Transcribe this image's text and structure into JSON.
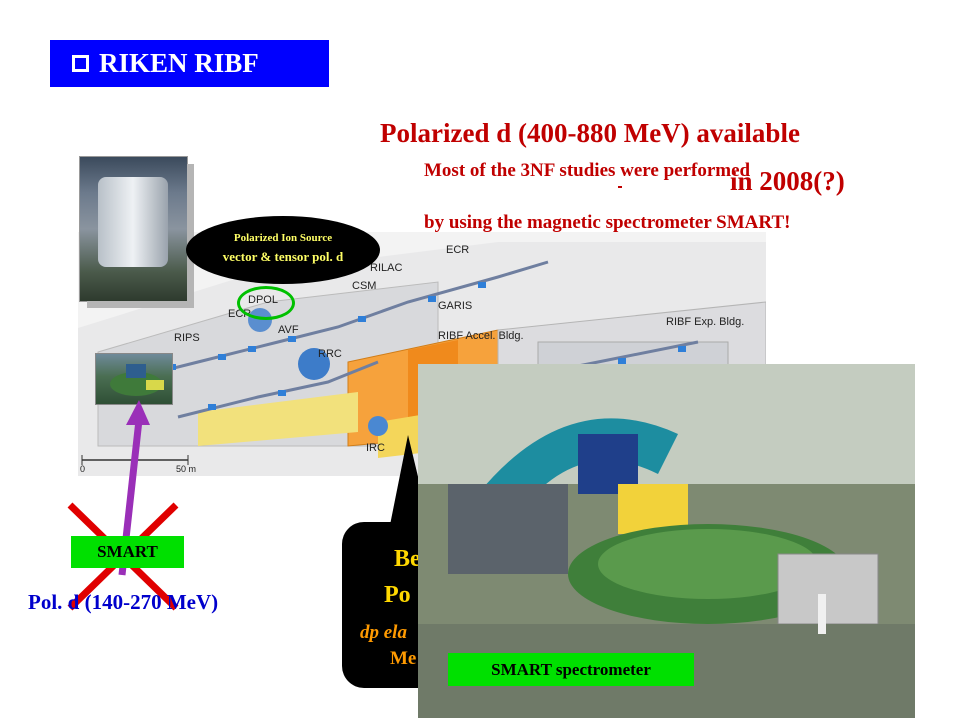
{
  "title": "RIKEN RIBF",
  "headline": "Polarized d (400-880 MeV) available",
  "headline_overlap": "in 2008(?)",
  "note_line1": "Most of the 3NF studies were performed",
  "note_line2": "by using the magnetic spectrometer SMART!",
  "ion_source": {
    "line1": "Polarized Ion Source",
    "line2": "vector & tensor pol. d"
  },
  "map_labels": {
    "ecr_top": "ECR",
    "rilac": "RILAC",
    "csm": "CSM",
    "garis": "GARIS",
    "dpol": "DPOL",
    "ecr_left": "ECR",
    "avf": "AVF",
    "rips": "RIPS",
    "rrc": "RRC",
    "ribf_accel": "RIBF Accel. Bldg.",
    "ribf_exp": "RIBF Exp. Bldg.",
    "irc": "IRC",
    "scale_0": "0",
    "scale_50": "50 m"
  },
  "smart_label": "SMART",
  "pol_d_range": "Pol. d (140-270 MeV)",
  "callout": {
    "line1": "Be",
    "line2": "Po",
    "line3": "dp ela",
    "line4": "Me"
  },
  "spectrometer_label": "SMART spectrometer",
  "colors": {
    "title_bg": "#0000ff",
    "headline": "#c00000",
    "label_green": "#00e000",
    "arrow_purple": "#9a2fb8",
    "cross_red": "#e00000",
    "pol_d_text": "#0000cc"
  }
}
